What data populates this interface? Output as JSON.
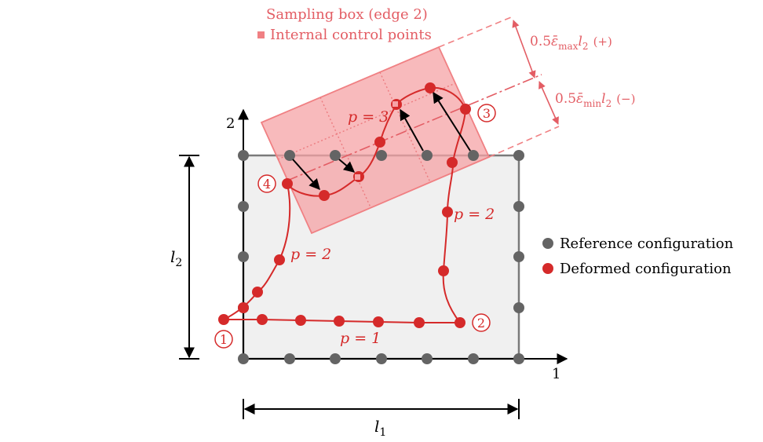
{
  "box": {
    "title": "Sampling box (edge 2)",
    "control_points_label": "Internal control points",
    "fill": "#f6a3a6",
    "edge": "#f08083"
  },
  "strain_annotations": {
    "max": {
      "coef": "0.5",
      "symbol": "ε̄",
      "sub": "max",
      "var": "l",
      "var_sub": "2",
      "sign": "(+)"
    },
    "min": {
      "coef": "0.5",
      "symbol": "ε̄",
      "sub": "min",
      "var": "l",
      "var_sub": "2",
      "sign": "(−)"
    }
  },
  "axes": {
    "x_label": "1",
    "y_label": "2"
  },
  "dimensions": {
    "width": {
      "var": "l",
      "sub": "1"
    },
    "height": {
      "var": "l",
      "sub": "2"
    }
  },
  "corner_labels": [
    "1",
    "2",
    "3",
    "4"
  ],
  "edge_orders": {
    "bottom": "p = 1",
    "left": "p = 2",
    "right": "p = 2",
    "top": "p = 3"
  },
  "legend": [
    {
      "label": "Reference configuration",
      "color": "#646464"
    },
    {
      "label": "Deformed configuration",
      "color": "#d52a2a"
    }
  ],
  "colors": {
    "reference_fill": "#f0f0f0",
    "reference_edge": "#7a7a7a",
    "reference_node": "#646464",
    "deformed": "#d52a2a",
    "annotation": "#e35d64"
  }
}
